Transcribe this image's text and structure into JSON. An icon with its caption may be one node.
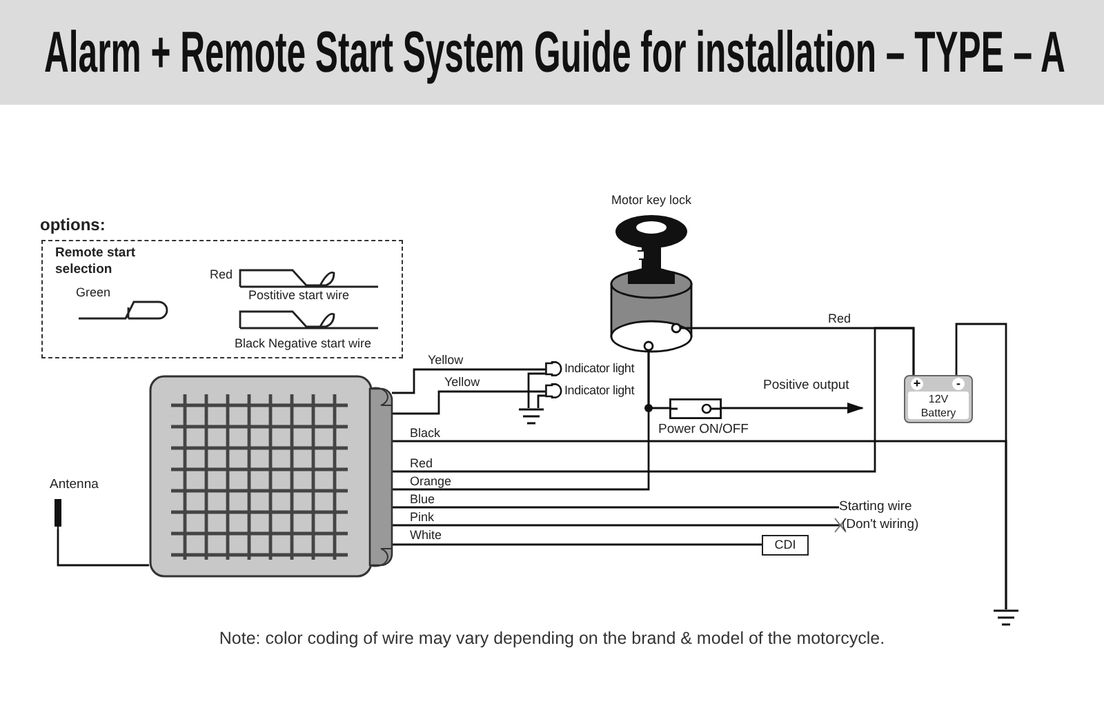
{
  "diagram": {
    "title": "Alarm + Remote Start System Guide for installation – TYPE – A",
    "caption": "Note: color coding of wire may vary depending on the brand & model of the motorcycle.",
    "nodes": [
      {
        "text": [
          "options:",
          "Remote start selection",
          "Green",
          "Red",
          "Postitive start wire",
          "Black Negative start wire"
        ]
      },
      {
        "text": [
          "Motor key lock"
        ]
      },
      {
        "text": [
          "Indicator light"
        ]
      },
      {
        "text": [
          "Indicator light"
        ]
      },
      {
        "text": [],
        "shape": "ground"
      },
      {
        "text": [],
        "shape": "box",
        "beside": [
          "Power ON/OFF"
        ]
      },
      {
        "text": [
          "+",
          "-",
          "12V Battery"
        ]
      },
      {
        "text": [],
        "shape": "box"
      },
      {
        "text": [
          "Antenna"
        ]
      },
      {
        "text": [
          "Starting wire"
        ]
      },
      {
        "text": [
          "(Don't wiring)"
        ]
      },
      {
        "text": [
          "CDI"
        ]
      },
      {
        "text": [],
        "shape": "ground"
      }
    ],
    "edges": [
      {
        "from": 8,
        "to": 7,
        "arrow": "none"
      },
      {
        "from": 7,
        "to": 2,
        "arrow": "none",
        "label": "Yellow"
      },
      {
        "from": 7,
        "to": 3,
        "arrow": "none",
        "label": "Yellow"
      },
      {
        "from": 2,
        "to": 4,
        "arrow": "none"
      },
      {
        "from": 3,
        "to": 4,
        "arrow": "none"
      },
      {
        "from": 7,
        "to": 12,
        "arrow": "none",
        "label": "Black"
      },
      {
        "from": 7,
        "to": 6,
        "arrow": "none",
        "label": "Red"
      },
      {
        "from": 1,
        "to": 6,
        "arrow": "none",
        "label": "Red"
      },
      {
        "from": 7,
        "to": 1,
        "arrow": "none",
        "label": "Orange"
      },
      {
        "from": 1,
        "to": 5,
        "arrow": "none"
      },
      {
        "from": 5,
        "to": null,
        "arrow": "to",
        "label": "Positive output"
      },
      {
        "from": 7,
        "to": 9,
        "arrow": "none",
        "label": "Blue"
      },
      {
        "from": 7,
        "to": 10,
        "arrow": "other",
        "label": "Pink"
      },
      {
        "from": 7,
        "to": 11,
        "arrow": "none",
        "label": "White"
      },
      {
        "from": 6,
        "to": 12,
        "arrow": "none"
      }
    ]
  }
}
